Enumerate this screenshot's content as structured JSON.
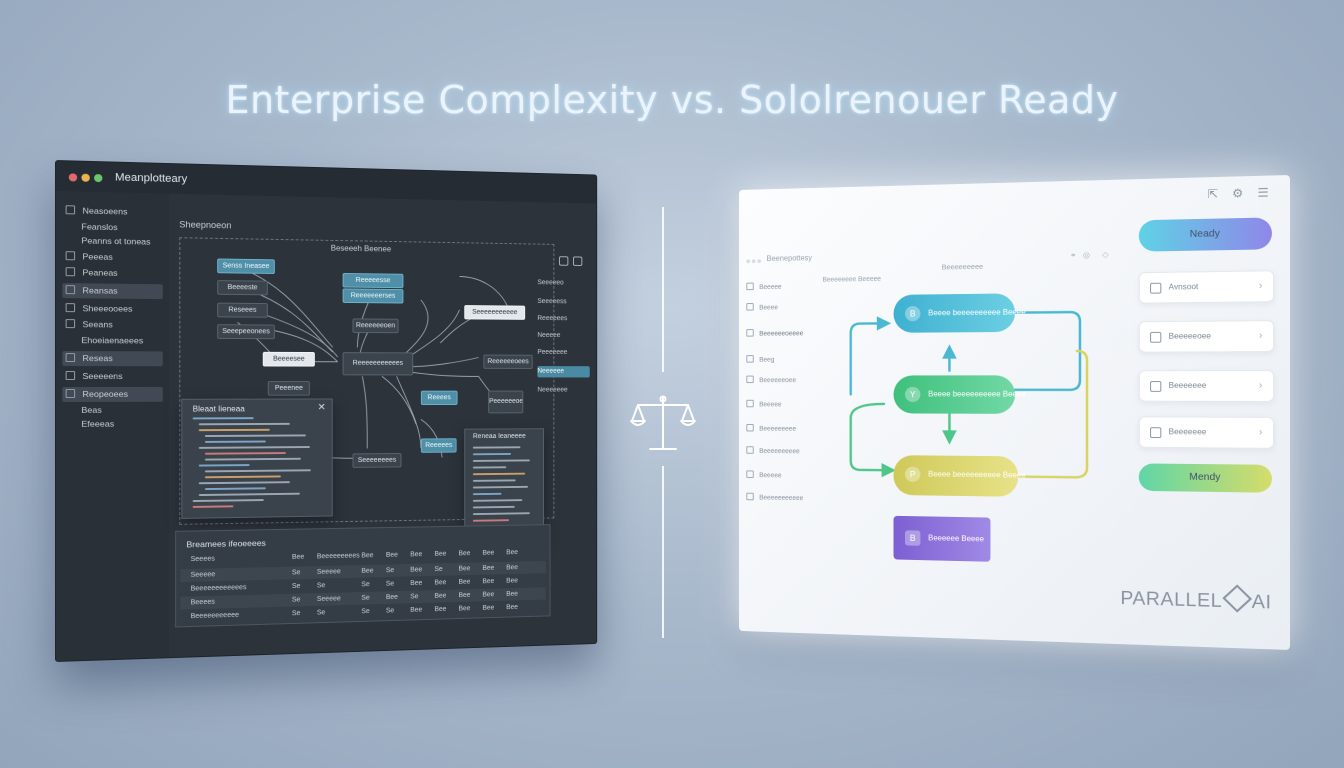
{
  "headline": "Enterprise Complexity vs. Sololrenouer Ready",
  "left_window": {
    "title": "Meanplotteary",
    "dots": [
      "#e06a6a",
      "#e8b54f",
      "#6cc46e"
    ],
    "sidebar": [
      {
        "label": "Neasoeens",
        "highlight": false
      },
      {
        "label": "Feanslos",
        "highlight": false
      },
      {
        "label": "Peanns ot toneas",
        "highlight": false
      },
      {
        "label": "Peeeas",
        "highlight": false
      },
      {
        "label": "Peaneas",
        "highlight": false
      },
      {
        "label": "Reansas",
        "highlight": true
      },
      {
        "label": "Sheeeooees",
        "highlight": false
      },
      {
        "label": "Seeans",
        "highlight": false
      },
      {
        "label": "Ehoeiaenaeees",
        "highlight": false
      },
      {
        "label": "Reseas",
        "highlight": true
      },
      {
        "label": "Seeeeens",
        "highlight": false
      },
      {
        "label": "Reopeoees",
        "highlight": true
      },
      {
        "label": "Beas",
        "highlight": false
      },
      {
        "label": "Efeeeas",
        "highlight": false
      }
    ],
    "main_title": "Sheepnoeon",
    "canvas_title": "Beseeeh Beenee",
    "nodes": [
      {
        "label": "Senss Ineasee",
        "style": "blue"
      },
      {
        "label": "Beeeeste",
        "style": "dark"
      },
      {
        "label": "Reseees",
        "style": "dark"
      },
      {
        "label": "Seeepeeonees",
        "style": "dark"
      },
      {
        "label": "Reeeeesse",
        "style": "blue"
      },
      {
        "label": "Reeeeeeerses",
        "style": "blue"
      },
      {
        "label": "Seeeeeeeeeee",
        "style": "white"
      },
      {
        "label": "Reeeeeeoen",
        "style": "dark"
      },
      {
        "label": "Beeeesee",
        "style": "white"
      },
      {
        "label": "Reeeeeeeeeees",
        "style": "dark"
      },
      {
        "label": "Peeenee",
        "style": "dark"
      },
      {
        "label": "Reeees",
        "style": "blue"
      },
      {
        "label": "Reeeeeeoees",
        "style": "dark"
      },
      {
        "label": "Reeeees",
        "style": "blue"
      },
      {
        "label": "Seeeeeeees",
        "style": "dark"
      },
      {
        "label": "Peeeeeeoe",
        "style": "dark"
      }
    ],
    "right_panel": [
      {
        "label": "Seeeeeo",
        "highlight": false
      },
      {
        "label": "Seeeeess",
        "highlight": false
      },
      {
        "label": "Reeeeees",
        "highlight": false
      },
      {
        "label": "Neeeee",
        "highlight": false
      },
      {
        "label": "Peeeeeee",
        "highlight": false
      },
      {
        "label": "Neeeeee",
        "highlight": true
      },
      {
        "label": "Neeeeeee",
        "highlight": false
      }
    ],
    "code_panel": {
      "title": "Bleaat Iieneaa",
      "close": "✕"
    },
    "console_panel": {
      "title": "Reneaa Ieaneeee"
    },
    "table": {
      "title": "Breamees ifeoeeees",
      "headers": [
        "Seeees",
        "Bee",
        "Beeeeeeeees",
        "Bee",
        "Bee",
        "Bee",
        "Bee",
        "Bee",
        "Bee",
        "Bee"
      ],
      "rows": [
        [
          "Seeeee",
          "Se",
          "Seeeee",
          "Bee",
          "Se",
          "Bee",
          "Se",
          "Bee",
          "Bee",
          "Bee"
        ],
        [
          "Beeeeeeeeeeees",
          "Se",
          "Se",
          "Se",
          "Se",
          "Bee",
          "Bee",
          "Bee",
          "Bee",
          "Bee"
        ],
        [
          "Beeees",
          "Se",
          "Seeeee",
          "Se",
          "Bee",
          "Se",
          "Bee",
          "Bee",
          "Bee",
          "Bee"
        ],
        [
          "Beeeeeeeeeee",
          "Se",
          "Se",
          "Se",
          "Se",
          "Bee",
          "Bee",
          "Bee",
          "Bee",
          "Bee"
        ]
      ]
    }
  },
  "right_window": {
    "title": "Beenepottesy",
    "sidebar": [
      {
        "label": "Beeeee",
        "icon": "grid-icon"
      },
      {
        "label": "Beeee",
        "icon": "doc-icon"
      },
      {
        "label": "Beeeeeeoeeee",
        "icon": "folder-icon",
        "selected": true
      },
      {
        "label": "Beeg",
        "icon": "chart-icon"
      },
      {
        "label": "Beeeeeeoee",
        "icon": "list-icon"
      },
      {
        "label": "Beeeee",
        "icon": "doc-icon"
      },
      {
        "label": "Beeeeeeeee",
        "icon": "doc-icon"
      },
      {
        "label": "Beeeeeeeeee",
        "icon": "doc-icon"
      },
      {
        "label": "Beeeee",
        "icon": "doc-icon"
      },
      {
        "label": "Beeeeeeeeeee",
        "icon": "doc-icon"
      }
    ],
    "subtitle": "Beeeeeeee Beeeee",
    "center_title": "Beeeeeeeee",
    "flow_nodes": [
      {
        "label": "Beeee beeeeeeeeee Beeee",
        "color": "#4ab8d2",
        "icon": "B"
      },
      {
        "label": "Beeee beeeeeeeeee Beeee",
        "color": "#4ec68a",
        "icon": "Y"
      },
      {
        "label": "Beeee beeeeeeeeee Beeee",
        "color": "#d8d363",
        "icon": "P"
      },
      {
        "label": "Beeeeee Beeee",
        "color": "#8c6ed8",
        "icon": "B"
      }
    ],
    "ready_top": "Neady",
    "ready_bottom": "Mendy",
    "cards": [
      {
        "label": "Avnsoot",
        "icon": "user-icon"
      },
      {
        "label": "Beeeeeoee",
        "icon": "bell-icon"
      },
      {
        "label": "Beeeeeee",
        "icon": "calendar-icon"
      },
      {
        "label": "Beeeeeee",
        "icon": "lock-icon"
      }
    ],
    "logo": {
      "left": "PARALLEL",
      "right": "AI"
    }
  }
}
